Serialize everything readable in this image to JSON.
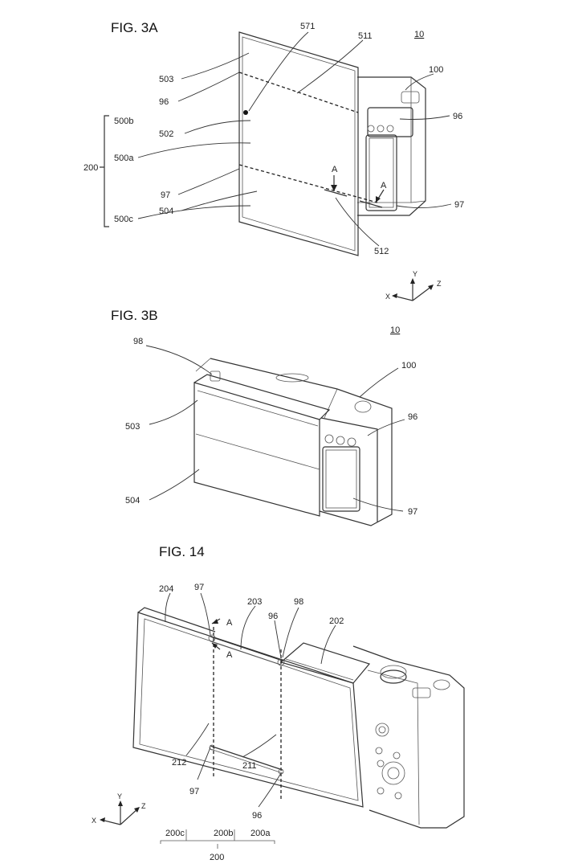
{
  "figures": {
    "fig3a": {
      "title": "FIG. 3A",
      "ref_main": "10",
      "labels": {
        "l571": "571",
        "l511": "511",
        "l100": "100",
        "l503": "503",
        "l96a": "96",
        "l96b": "96",
        "l500b": "500b",
        "l502": "502",
        "l500a": "500a",
        "l200": "200",
        "l97a": "97",
        "l504": "504",
        "l500c": "500c",
        "l512": "512",
        "l97b": "97",
        "lA1": "A",
        "lA2": "A"
      },
      "axes": {
        "x": "X",
        "y": "Y",
        "z": "Z"
      }
    },
    "fig3b": {
      "title": "FIG. 3B",
      "ref_main": "10",
      "labels": {
        "l98": "98",
        "l100": "100",
        "l503": "503",
        "l96": "96",
        "l504": "504",
        "l97": "97"
      }
    },
    "fig14": {
      "title": "FIG. 14",
      "labels": {
        "l204": "204",
        "l97a": "97",
        "l203": "203",
        "l96a": "96",
        "l98": "98",
        "l202": "202",
        "lA1": "A",
        "lA2": "A",
        "l212": "212",
        "l211": "211",
        "l97b": "97",
        "l96b": "96",
        "l200c": "200c",
        "l200b": "200b",
        "l200a": "200a",
        "l200": "200"
      },
      "axes": {
        "x": "X",
        "y": "Y",
        "z": "Z"
      }
    }
  }
}
